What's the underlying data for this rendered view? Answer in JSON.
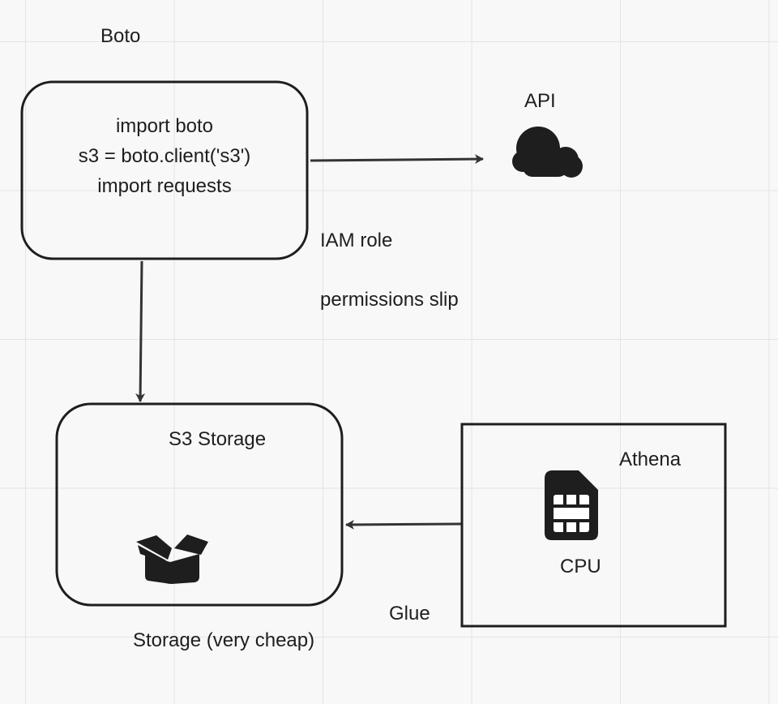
{
  "boto_title": "Boto",
  "code_box": {
    "lines": [
      "import boto",
      "s3 = boto.client('s3')",
      "import requests"
    ]
  },
  "api_label": "API",
  "iam_role": "IAM role",
  "permissions_slip": "permissions slip",
  "s3_box": {
    "title": "S3 Storage"
  },
  "storage_caption": "Storage (very cheap)",
  "athena_box": {
    "title": "Athena",
    "cpu_label": "CPU"
  },
  "glue_label": "Glue",
  "icons": {
    "cloud": "cloud-icon",
    "box": "open-box-icon",
    "chip": "sim-chip-icon"
  },
  "colors": {
    "stroke": "#1e1e1e",
    "arrow": "#333333",
    "background": "#f8f8f8",
    "grid": "#e4e4e4"
  }
}
